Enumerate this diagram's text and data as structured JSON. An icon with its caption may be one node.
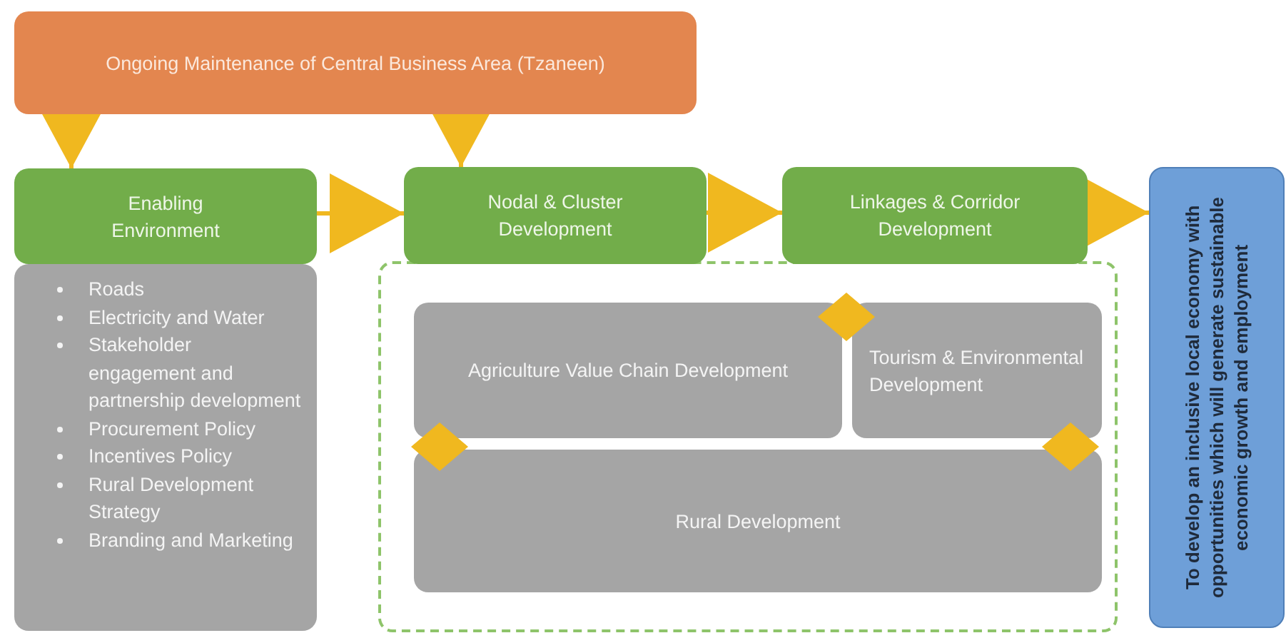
{
  "diagram": {
    "nodes": [
      {
        "text": [
          "Ongoing Maintenance of Central Business Area (Tzaneen)"
        ]
      },
      {
        "text": [
          "Enabling Environment"
        ]
      },
      {
        "text": [
          "Nodal & Cluster Development"
        ]
      },
      {
        "text": [
          "Linkages & Corridor Development"
        ]
      },
      {
        "text": [
          "To develop an inclusive local economy with opportunities which will generate sustainable economic growth and employment"
        ]
      },
      {
        "text": [
          "Roads",
          "Electricity and Water",
          "Stakeholder engagement and partnership development",
          "Procurement Policy",
          "Incentives Policy",
          "Rural Development Strategy",
          "Branding and Marketing"
        ]
      },
      {
        "text": [],
        "shape": "box"
      },
      {
        "text": [
          "Agriculture Value Chain Development"
        ],
        "in": 6
      },
      {
        "text": [
          "Tourism & Environmental Development"
        ],
        "in": 6
      },
      {
        "text": [
          "Rural Development"
        ],
        "in": 6
      }
    ],
    "edges": [
      {
        "from": 0,
        "to": 1,
        "arrow": "to"
      },
      {
        "from": 0,
        "to": 2,
        "arrow": "to"
      },
      {
        "from": 1,
        "to": 2,
        "arrow": "to"
      },
      {
        "from": 2,
        "to": 3,
        "arrow": "to"
      },
      {
        "from": 3,
        "to": 4,
        "arrow": "to"
      }
    ]
  }
}
